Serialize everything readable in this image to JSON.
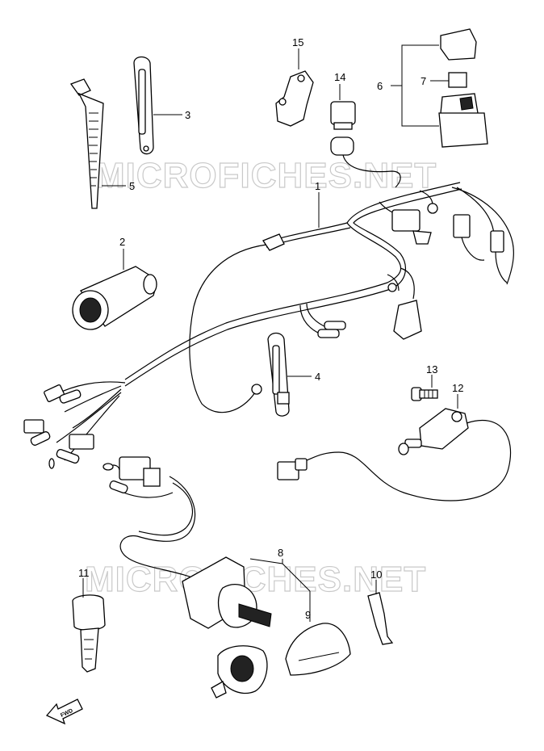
{
  "watermark": "MICROFICHES.NET",
  "fwd_label": "FWD",
  "callouts": [
    {
      "id": "1",
      "label": "1"
    },
    {
      "id": "2",
      "label": "2"
    },
    {
      "id": "3",
      "label": "3"
    },
    {
      "id": "4",
      "label": "4"
    },
    {
      "id": "5",
      "label": "5"
    },
    {
      "id": "6",
      "label": "6"
    },
    {
      "id": "7",
      "label": "7"
    },
    {
      "id": "8",
      "label": "8"
    },
    {
      "id": "9",
      "label": "9"
    },
    {
      "id": "10",
      "label": "10"
    },
    {
      "id": "11",
      "label": "11"
    },
    {
      "id": "12",
      "label": "12"
    },
    {
      "id": "13",
      "label": "13"
    },
    {
      "id": "14",
      "label": "14"
    },
    {
      "id": "15",
      "label": "15"
    }
  ]
}
